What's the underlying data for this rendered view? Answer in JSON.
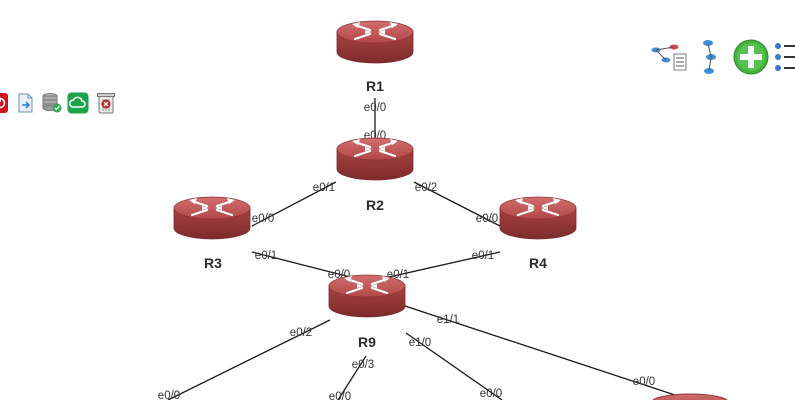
{
  "routers": [
    {
      "id": "R1",
      "label": "R1"
    },
    {
      "id": "R2",
      "label": "R2"
    },
    {
      "id": "R3",
      "label": "R3"
    },
    {
      "id": "R4",
      "label": "R4"
    },
    {
      "id": "R9",
      "label": "R9"
    }
  ],
  "links": [
    {
      "from": "R1",
      "to": "R2",
      "from_iface": "e0/0",
      "to_iface": "e0/0"
    },
    {
      "from": "R2",
      "to": "R3",
      "from_iface": "e0/1",
      "to_iface": "e0/0"
    },
    {
      "from": "R2",
      "to": "R4",
      "from_iface": "e0/2",
      "to_iface": "e0/0"
    },
    {
      "from": "R3",
      "to": "R9",
      "from_iface": "e0/1",
      "to_iface": "e0/0"
    },
    {
      "from": "R4",
      "to": "R9",
      "from_iface": "e0/1",
      "to_iface": "e0/1"
    },
    {
      "from": "R9",
      "to": "offscreen-a",
      "from_iface": "e0/2",
      "to_iface": "e0/0"
    },
    {
      "from": "R9",
      "to": "offscreen-b",
      "from_iface": "e0/3",
      "to_iface": "e0/0"
    },
    {
      "from": "R9",
      "to": "offscreen-c",
      "from_iface": "e1/0",
      "to_iface": "e0/0"
    },
    {
      "from": "R9",
      "to": "offscreen-d",
      "from_iface": "e1/1",
      "to_iface": "e0/0"
    }
  ],
  "toolbar_left": [
    {
      "icon": "stop-icon",
      "color": "#d0141f"
    },
    {
      "icon": "export-config-icon",
      "color": "#3b8fd0"
    },
    {
      "icon": "save-config-icon",
      "color": "#8a8a8a"
    },
    {
      "icon": "cloud-sync-icon",
      "color": "#1aa34a"
    },
    {
      "icon": "wipe-icon",
      "color": "#c02020"
    }
  ],
  "toolbar_right": [
    {
      "icon": "topology-list-icon"
    },
    {
      "icon": "vertical-layout-icon"
    },
    {
      "icon": "add-node-icon",
      "color": "#3cab34"
    },
    {
      "icon": "menu-list-icon"
    }
  ],
  "colors": {
    "router": "#b84a4a",
    "router_top": "#c65a5a",
    "link": "#1a1a1a"
  }
}
